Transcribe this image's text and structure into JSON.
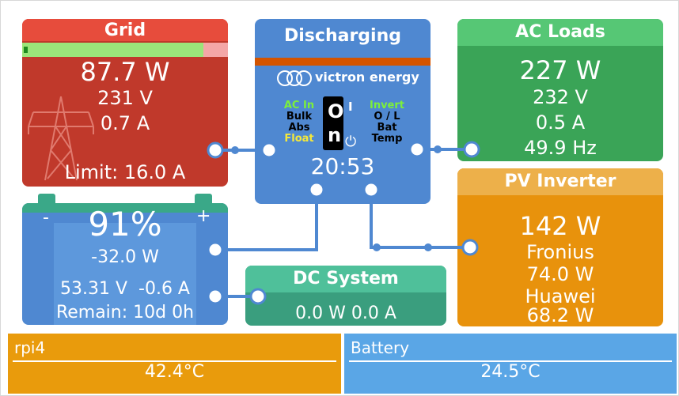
{
  "colors": {
    "grid": "#c0392b",
    "grid_header": "#e74c3c",
    "inverter": "#4f88d1",
    "inverter_stripe": "#d35400",
    "ac_loads": "#3aa457",
    "ac_header": "#56c775",
    "battery": "#4f88d1",
    "dc": "#3a9e7e",
    "dc_header": "#4fc09a",
    "pv": "#e8920c",
    "pv_header": "#edb04a",
    "rpi": "#e99b0c",
    "battery_temp": "#5aa6e6",
    "wire": "#4f88d1"
  },
  "grid": {
    "title": "Grid",
    "power": "87.7 W",
    "voltage": "231 V",
    "current": "0.7 A",
    "limit": "Limit: 16.0 A",
    "icon": "pylon-icon",
    "bar_fill": 0.88
  },
  "inverter": {
    "title": "Discharging",
    "brand": "victron energy",
    "logo_icon": "victron-logo-icon",
    "left_labels": [
      "AC In",
      "Bulk",
      "Abs",
      "Float"
    ],
    "right_labels": [
      "Invert",
      "O / L",
      "Bat",
      "Temp"
    ],
    "switch": "On",
    "switch_on_symbol": "I",
    "switch_off_symbol": "⏻",
    "time": "20:53"
  },
  "ac_loads": {
    "title": "AC Loads",
    "power": "227 W",
    "voltage": "232 V",
    "current": "0.5 A",
    "frequency": "49.9 Hz"
  },
  "battery": {
    "soc": "91%",
    "power": "-32.0 W",
    "voltage_current": "53.31 V  -0.6 A",
    "remain": "Remain: 10d 0h",
    "minus": "-",
    "plus": "+"
  },
  "dc_system": {
    "title": "DC System",
    "values": "0.0 W 0.0 A"
  },
  "pv_inverter": {
    "title": "PV Inverter",
    "power": "142 W",
    "inverters": [
      {
        "name": "Fronius",
        "power": "74.0 W"
      },
      {
        "name": "Huawei",
        "power": "68.2 W"
      }
    ]
  },
  "temps": [
    {
      "label": "rpi4",
      "value": "42.4°C"
    },
    {
      "label": "Battery",
      "value": "24.5°C"
    }
  ]
}
